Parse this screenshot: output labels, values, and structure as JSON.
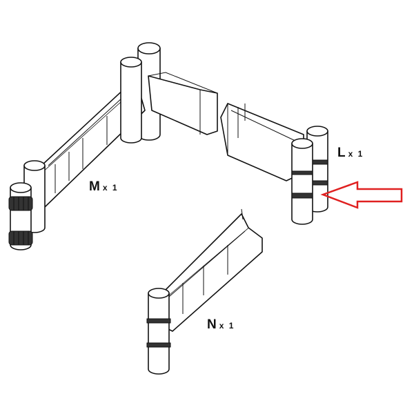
{
  "parts": [
    {
      "id": "M",
      "letter": "M",
      "quantity": "x 1"
    },
    {
      "id": "L",
      "letter": "L",
      "quantity": "x 1"
    },
    {
      "id": "N",
      "letter": "N",
      "quantity": "x 1"
    }
  ],
  "callout": {
    "icon": "arrow-left-icon",
    "color": "#e02020"
  },
  "line_color": "#111111"
}
